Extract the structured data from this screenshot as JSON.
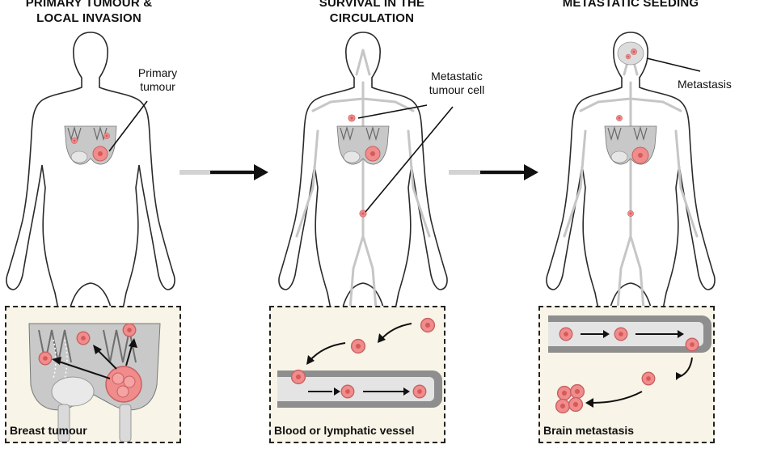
{
  "stages": [
    {
      "title_line1": "PRIMARY TUMOUR &",
      "title_line2": "LOCAL INVASION"
    },
    {
      "title_line1": "SURVIVAL IN THE",
      "title_line2": "CIRCULATION"
    },
    {
      "title_line1": "METASTATIC SEEDING",
      "title_line2": ""
    }
  ],
  "labels": {
    "primary_line1": "Primary",
    "primary_line2": "tumour",
    "meta_cell_line1": "Metastatic",
    "meta_cell_line2": "tumour cell",
    "metastasis": "Metastasis"
  },
  "panels": [
    {
      "caption": "Breast tumour"
    },
    {
      "caption": "Blood or lymphatic vessel"
    },
    {
      "caption": "Brain metastasis"
    }
  ],
  "colors": {
    "tumour": "#f08c8c",
    "tumour_dark": "#d86a6a",
    "tissue": "#8a8a8a",
    "vessel": "#8e8e8e",
    "panel_bg": "#f8f4e7"
  }
}
